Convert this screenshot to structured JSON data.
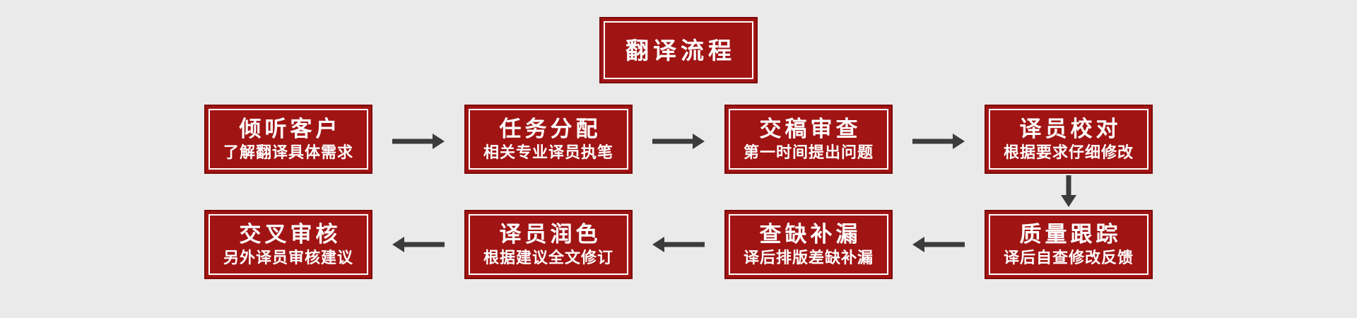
{
  "diagram": {
    "title": "翻译流程",
    "colors": {
      "background": "#eaeaea",
      "box_fill": "#a11414",
      "box_border": "#7e0808",
      "box_inner_line": "#ffffff",
      "text": "#ffffff",
      "arrow": "#3c3c3c"
    },
    "row1": [
      {
        "title": "倾听客户",
        "subtitle": "了解翻译具体需求"
      },
      {
        "title": "任务分配",
        "subtitle": "相关专业译员执笔"
      },
      {
        "title": "交稿审查",
        "subtitle": "第一时间提出问题"
      },
      {
        "title": "译员校对",
        "subtitle": "根据要求仔细修改"
      }
    ],
    "row2": [
      {
        "title": "质量跟踪",
        "subtitle": "译后自查修改反馈"
      },
      {
        "title": "查缺补漏",
        "subtitle": "译后排版差缺补漏"
      },
      {
        "title": "译员润色",
        "subtitle": "根据建议全文修订"
      },
      {
        "title": "交叉审核",
        "subtitle": "另外译员审核建议"
      }
    ],
    "flow_note": "row1 flows left-to-right, then down from 译员校对 to 质量跟踪, row2 flows right-to-left"
  }
}
